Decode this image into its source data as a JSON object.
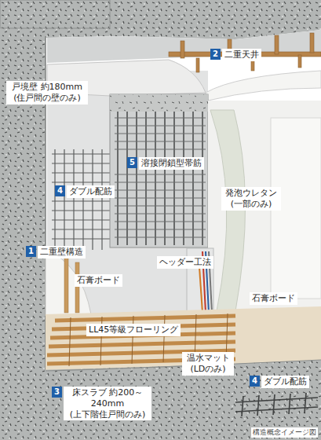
{
  "diagram": {
    "caption": "構造概念イメージ図",
    "labels": [
      "戸境壁 約180mm (住戸間の壁のみ)",
      "2",
      "二重天井",
      "5",
      "溶接閉鎖型帯筋",
      "4",
      "ダブル配筋",
      "発泡ウレタン (一部のみ)",
      "1",
      "二重壁構造",
      "ヘッダー工法",
      "石膏ボード",
      "石膏ボード",
      "LL45等級フローリング",
      "温水マット (LDのみ)",
      "4",
      "ダブル配筋",
      "3",
      "床スラブ 約200～240mm (上下階住戸間のみ)"
    ]
  }
}
